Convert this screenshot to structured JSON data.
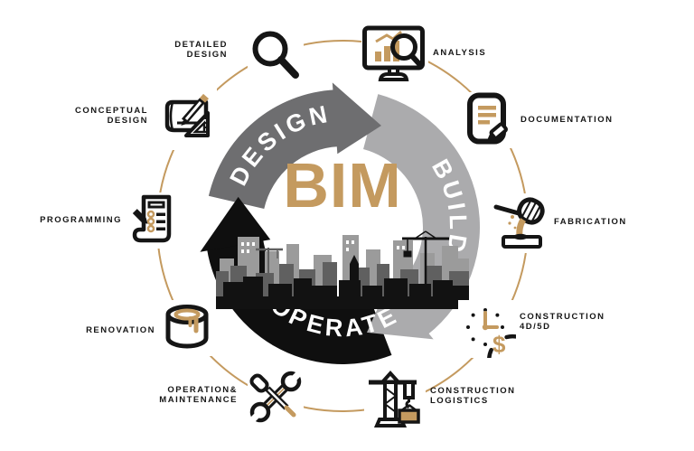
{
  "center_title": "BIM",
  "colors": {
    "gold": "#c49a5f",
    "design_gray": "#6e6e70",
    "build_gray": "#ababad",
    "operate_black": "#0f0f0f",
    "label_ink": "#161616"
  },
  "ring": {
    "segments": [
      {
        "label": "DESIGN"
      },
      {
        "label": "BUILD"
      },
      {
        "label": "OPERATE"
      }
    ]
  },
  "nodes": [
    {
      "id": "detailed-design",
      "icon": "magnifier-icon",
      "label_lines": [
        "DETAILED",
        "DESIGN"
      ]
    },
    {
      "id": "analysis",
      "icon": "monitor-chart-icon",
      "label_lines": [
        "ANALYSIS"
      ]
    },
    {
      "id": "documentation",
      "icon": "document-pencil-icon",
      "label_lines": [
        "DOCUMENTATION"
      ]
    },
    {
      "id": "fabrication",
      "icon": "ladle-pour-icon",
      "label_lines": [
        "FABRICATION"
      ]
    },
    {
      "id": "construction-4d-5d",
      "icon": "clock-dollar-icon",
      "label_lines": [
        "CONSTRUCTION",
        "4D/5D"
      ]
    },
    {
      "id": "construction-logistics",
      "icon": "tower-crane-icon",
      "label_lines": [
        "CONSTRUCTION",
        "LOGISTICS"
      ]
    },
    {
      "id": "operation-maintenance",
      "icon": "wrench-screwdriver-icon",
      "label_lines": [
        "OPERATION&",
        "MAINTENANCE"
      ]
    },
    {
      "id": "renovation",
      "icon": "paint-bucket-icon",
      "label_lines": [
        "RENOVATION"
      ]
    },
    {
      "id": "programming",
      "icon": "checklist-pencil-icon",
      "label_lines": [
        "PROGRAMMING"
      ]
    },
    {
      "id": "conceptual-design",
      "icon": "sketch-pencil-icon",
      "label_lines": [
        "CONCEPTUAL",
        "DESIGN"
      ]
    }
  ]
}
